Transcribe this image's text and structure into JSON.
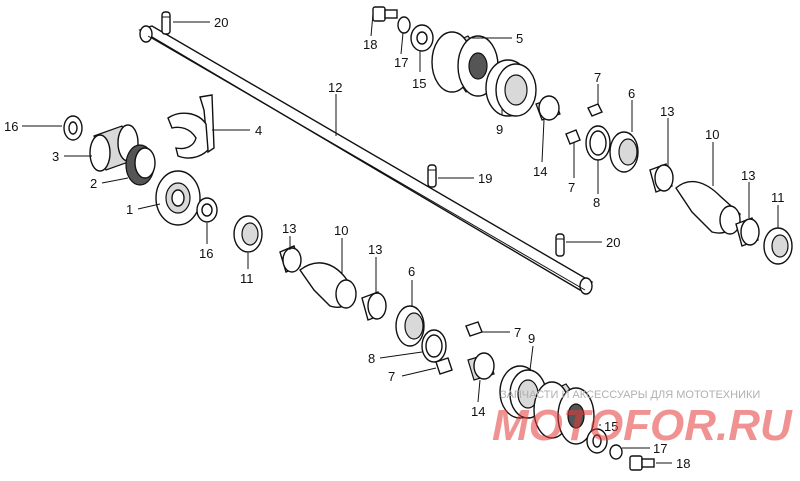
{
  "diagram": {
    "labels": {
      "l20a": "20",
      "l18a": "18",
      "l17a": "17",
      "l15a": "15",
      "l5": "5",
      "l12": "12",
      "l4": "4",
      "l16a": "16",
      "l3": "3",
      "l2": "2",
      "l1": "1",
      "l16b": "16",
      "l11a": "11",
      "l13a": "13",
      "l10a": "10",
      "l13b": "13",
      "l6a": "6",
      "l9a": "9",
      "l14a": "14",
      "l7a": "7",
      "l7b": "7",
      "l8a": "8",
      "l13c": "13",
      "l10b": "10",
      "l13d": "13",
      "l11b": "11",
      "l19": "19",
      "l20b": "20",
      "l6b": "6",
      "l7c": "7",
      "l8b": "8",
      "l7d": "7",
      "l9b": "9",
      "l14b": "14",
      "l15b": "15",
      "l17b": "17",
      "l18b": "18"
    }
  },
  "watermark": {
    "tagline": "ЗАПЧАСТИ И АКСЕССУАРЫ ДЛЯ МОТОТЕХНИКИ",
    "logo": "MOTOFOR.RU"
  }
}
